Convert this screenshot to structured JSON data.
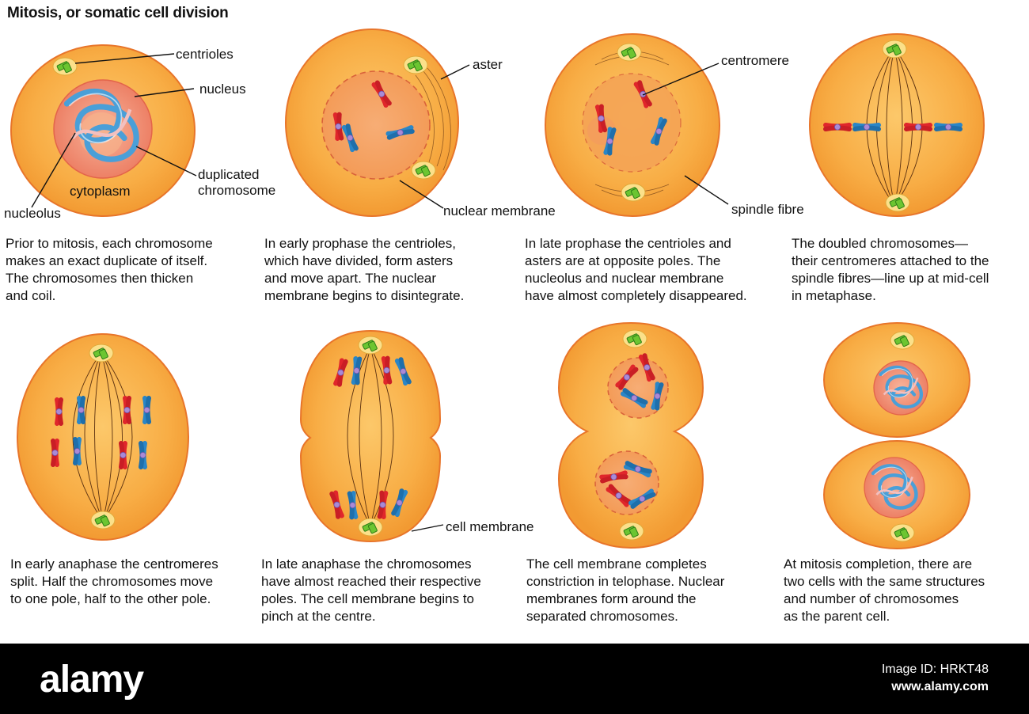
{
  "title": "Mitosis, or somatic cell division",
  "labels": {
    "centrioles": "centrioles",
    "nucleus": "nucleus",
    "duplicated_line1": "duplicated",
    "duplicated_line2": "chromosome",
    "cytoplasm": "cytoplasm",
    "nucleolus": "nucleolus",
    "aster": "aster",
    "nuclear_membrane": "nuclear membrane",
    "centromere": "centromere",
    "spindle_fibre": "spindle fibre",
    "cell_membrane": "cell membrane"
  },
  "captions": [
    [
      "Prior to mitosis, each chromosome",
      "makes an exact duplicate of itself.",
      "The chromosomes then thicken",
      "and coil."
    ],
    [
      "In early prophase the centrioles,",
      "which have divided, form asters",
      "and move apart. The nuclear",
      "membrane begins to disintegrate."
    ],
    [
      "In late prophase the centrioles and",
      "asters are at opposite poles. The",
      "nucleolus and nuclear membrane",
      "have almost completely disappeared."
    ],
    [
      "The doubled chromosomes—",
      "their centromeres attached to the",
      "spindle fibres—line up at mid-cell",
      "in metaphase."
    ],
    [
      "In early anaphase the centromeres",
      "split. Half the chromosomes move",
      "to one pole, half to the other pole."
    ],
    [
      "In late anaphase the chromosomes",
      "have almost reached their respective",
      "poles. The cell membrane begins to",
      "pinch at the centre."
    ],
    [
      "The cell membrane completes",
      "constriction in telophase. Nuclear",
      "membranes form around the",
      "separated chromosomes."
    ],
    [
      "At mitosis completion, there are",
      "two cells with the same structures",
      "and number of chromosomes",
      "as the parent cell."
    ]
  ],
  "footer": {
    "brand": "alamy",
    "image_id": "Image ID: HRKT48",
    "site": "www.alamy.com"
  },
  "colors": {
    "cytoplasm": "#f7a93a",
    "cell_edge": "#e8752a",
    "nucleus": "#ef8870",
    "chromosome_red": "#e0262b",
    "chromosome_blue": "#2a86c7",
    "centriole": "#5cbf2a",
    "centromere": "#a98ad6"
  }
}
